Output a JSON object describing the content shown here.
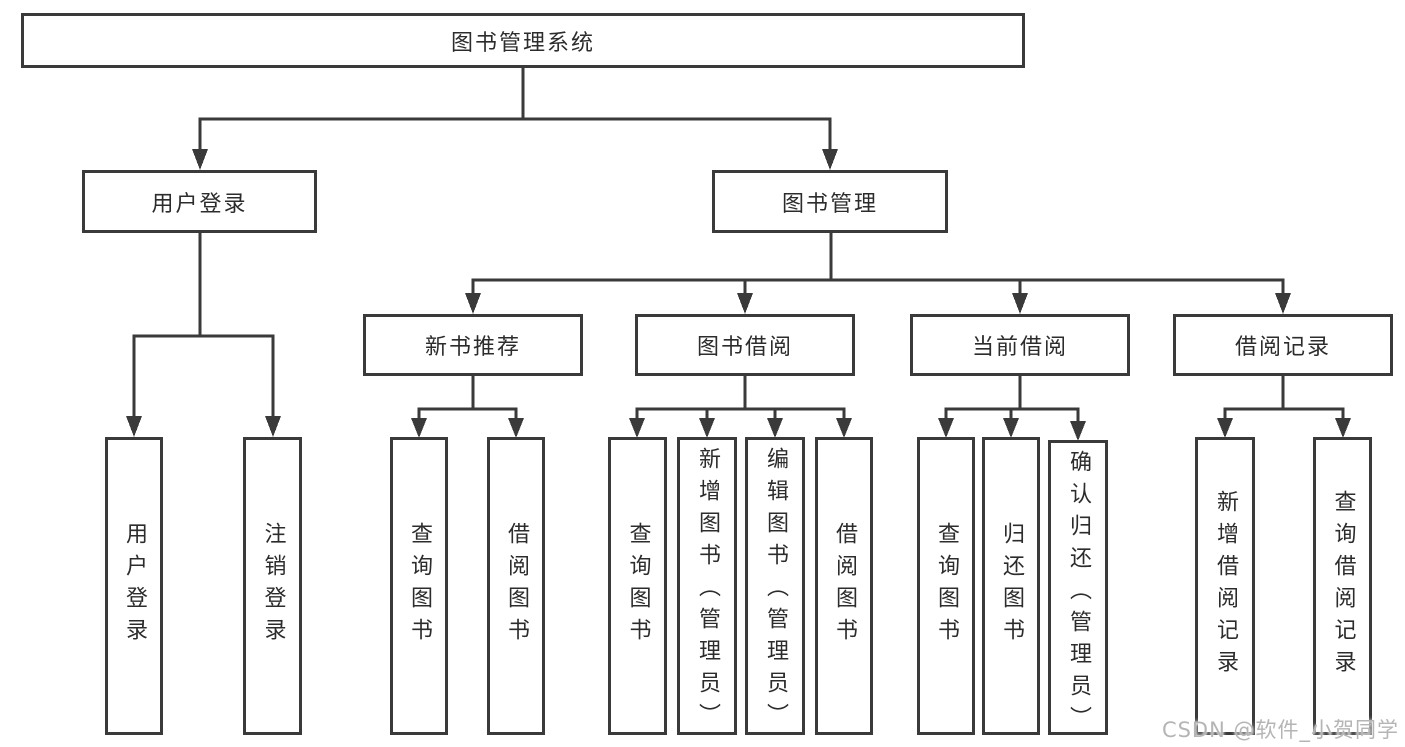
{
  "diagram": {
    "type": "hierarchy-tree",
    "direction": "top-down",
    "colors": {
      "line": "#3a3a3a",
      "box_border": "#3a3a3a",
      "box_fill": "#ffffff",
      "text": "#2c2c2c",
      "watermark": "#b5b5b5"
    }
  },
  "tree": {
    "label": "图书管理系统",
    "children": [
      {
        "label": "用户登录",
        "children": [
          {
            "label": "用户登录"
          },
          {
            "label": "注销登录"
          }
        ]
      },
      {
        "label": "图书管理",
        "children": [
          {
            "label": "新书推荐",
            "children": [
              {
                "label": "查询图书"
              },
              {
                "label": "借阅图书"
              }
            ]
          },
          {
            "label": "图书借阅",
            "children": [
              {
                "label": "查询图书"
              },
              {
                "label": "新增图书（管理员）"
              },
              {
                "label": "编辑图书（管理员）"
              },
              {
                "label": "借阅图书"
              }
            ]
          },
          {
            "label": "当前借阅",
            "children": [
              {
                "label": "查询图书"
              },
              {
                "label": "归还图书"
              },
              {
                "label": "确认归还（管理员）"
              }
            ]
          },
          {
            "label": "借阅记录",
            "children": [
              {
                "label": "新增借阅记录"
              },
              {
                "label": "查询借阅记录"
              }
            ]
          }
        ]
      }
    ]
  },
  "watermark": {
    "text": "CSDN @软件_小贺同学"
  }
}
